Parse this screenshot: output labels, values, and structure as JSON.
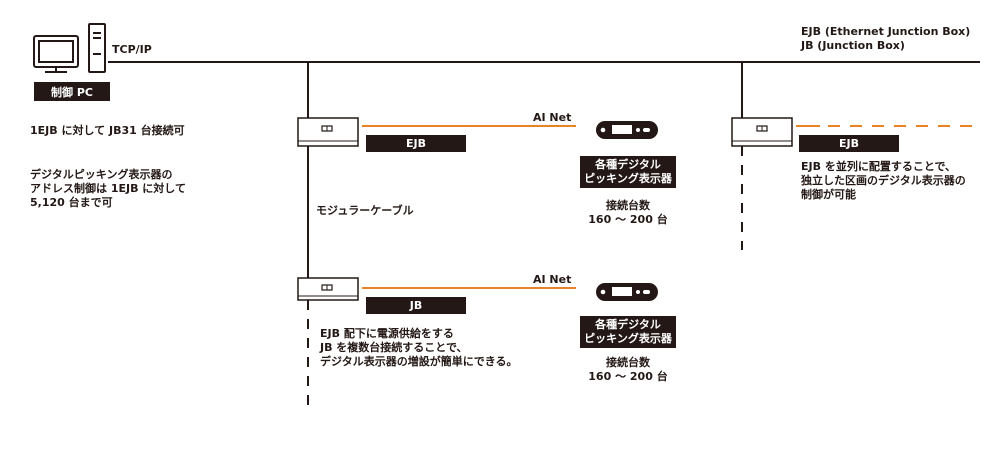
{
  "colors": {
    "line": "#231815",
    "ai_net": "#e8832a",
    "box_fill": "#231815",
    "box_text": "#ffffff"
  },
  "icons": [
    "pc-icon",
    "ejb-box-icon",
    "jb-box-icon",
    "digital-display-icon"
  ],
  "network": {
    "tcp_ip": "TCP/IP",
    "legend_ejb": "EJB (Ethernet Junction Box)",
    "legend_jb": "JB (Junction Box)"
  },
  "pc": {
    "label": "制御 PC",
    "note1": "1EJB に対して JB31 台接続可",
    "note2": [
      "デジタルピッキング表示器の",
      "アドレス制御は 1EJB に対して",
      "5,120 台まで可"
    ]
  },
  "ejb_main": {
    "label": "EJB",
    "ai_net": "AI Net",
    "display_label": [
      "各種デジタル",
      "ピッキング表示器"
    ],
    "count_label": "接続台数",
    "count_value": "160 ～ 200 台"
  },
  "cable_label": "モジュラーケーブル",
  "jb": {
    "label": "JB",
    "ai_net": "AI Net",
    "display_label": [
      "各種デジタル",
      "ピッキング表示器"
    ],
    "count_label": "接続台数",
    "count_value": "160 ～ 200 台",
    "note": [
      "EJB 配下に電源供給をする",
      "JB を複数台接続することで、",
      "デジタル表示器の増設が簡単にできる。"
    ]
  },
  "ejb_right": {
    "label": "EJB",
    "note": [
      "EJB を並列に配置することで、",
      "独立した区画のデジタル表示器の",
      "制御が可能"
    ]
  }
}
